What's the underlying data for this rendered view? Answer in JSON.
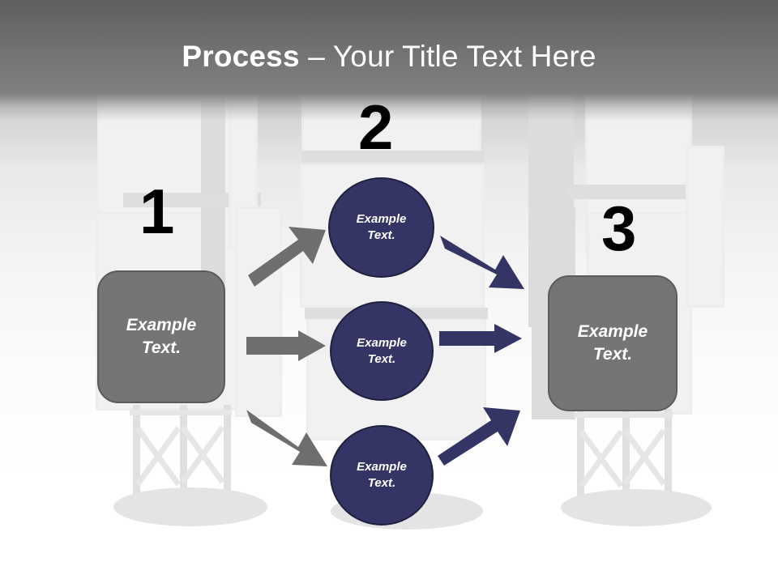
{
  "slide": {
    "title_strong": "Process",
    "title_rest": " – Your Title Text Here",
    "title_full": "Process – Your Title Text Here"
  },
  "colors": {
    "header_gray": "#7b7b7b",
    "box_gray": "#757575",
    "box_border": "#5b5b5b",
    "circle_navy": "#343465",
    "circle_border": "#20203f",
    "arrow_gray": "#6e6e6e",
    "arrow_navy": "#343465",
    "number_black": "#000000",
    "text_white": "#ffffff",
    "background_watermark": "#e2e2e2"
  },
  "steps": [
    {
      "number": "1",
      "label": "Example\nText."
    },
    {
      "number": "2",
      "label": "Example\nText."
    },
    {
      "number": "3",
      "label": "Example\nText."
    }
  ],
  "numbers": {
    "one": "1",
    "two": "2",
    "three": "3"
  },
  "boxes": {
    "left": {
      "line1": "Example",
      "line2": "Text."
    },
    "right": {
      "line1": "Example",
      "line2": "Text."
    }
  },
  "circles": [
    {
      "line1": "Example",
      "line2": "Text."
    },
    {
      "line1": "Example",
      "line2": "Text."
    },
    {
      "line1": "Example",
      "line2": "Text."
    }
  ],
  "arrows": {
    "left_group": [
      {
        "name": "arrow-left-to-top",
        "color": "#6e6e6e",
        "direction": "up-right"
      },
      {
        "name": "arrow-left-to-middle",
        "color": "#6e6e6e",
        "direction": "right"
      },
      {
        "name": "arrow-left-to-bottom",
        "color": "#6e6e6e",
        "direction": "down-right"
      }
    ],
    "right_group": [
      {
        "name": "arrow-top-to-right",
        "color": "#343465",
        "direction": "down-right"
      },
      {
        "name": "arrow-middle-to-right",
        "color": "#343465",
        "direction": "right"
      },
      {
        "name": "arrow-bottom-to-right",
        "color": "#343465",
        "direction": "up-right"
      }
    ]
  }
}
